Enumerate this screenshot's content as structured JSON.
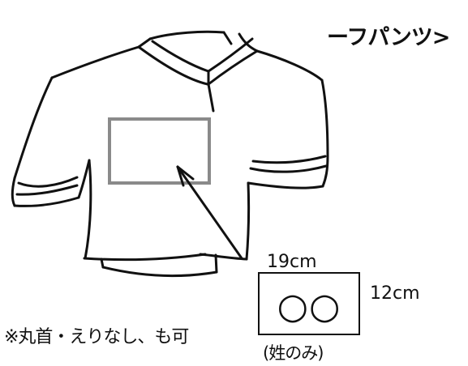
{
  "header": {
    "text": "ーフパンツ>"
  },
  "illustration": {
    "garment_icon": "polo-shirt-sketch",
    "placement_marker_color": "#8a8a8a",
    "ink_color": "#111111"
  },
  "size_guide": {
    "width_label": "19cm",
    "height_label": "12cm",
    "name_placeholder": "○○",
    "caption": "(姓のみ)"
  },
  "note": "※丸首・えりなし、も可"
}
